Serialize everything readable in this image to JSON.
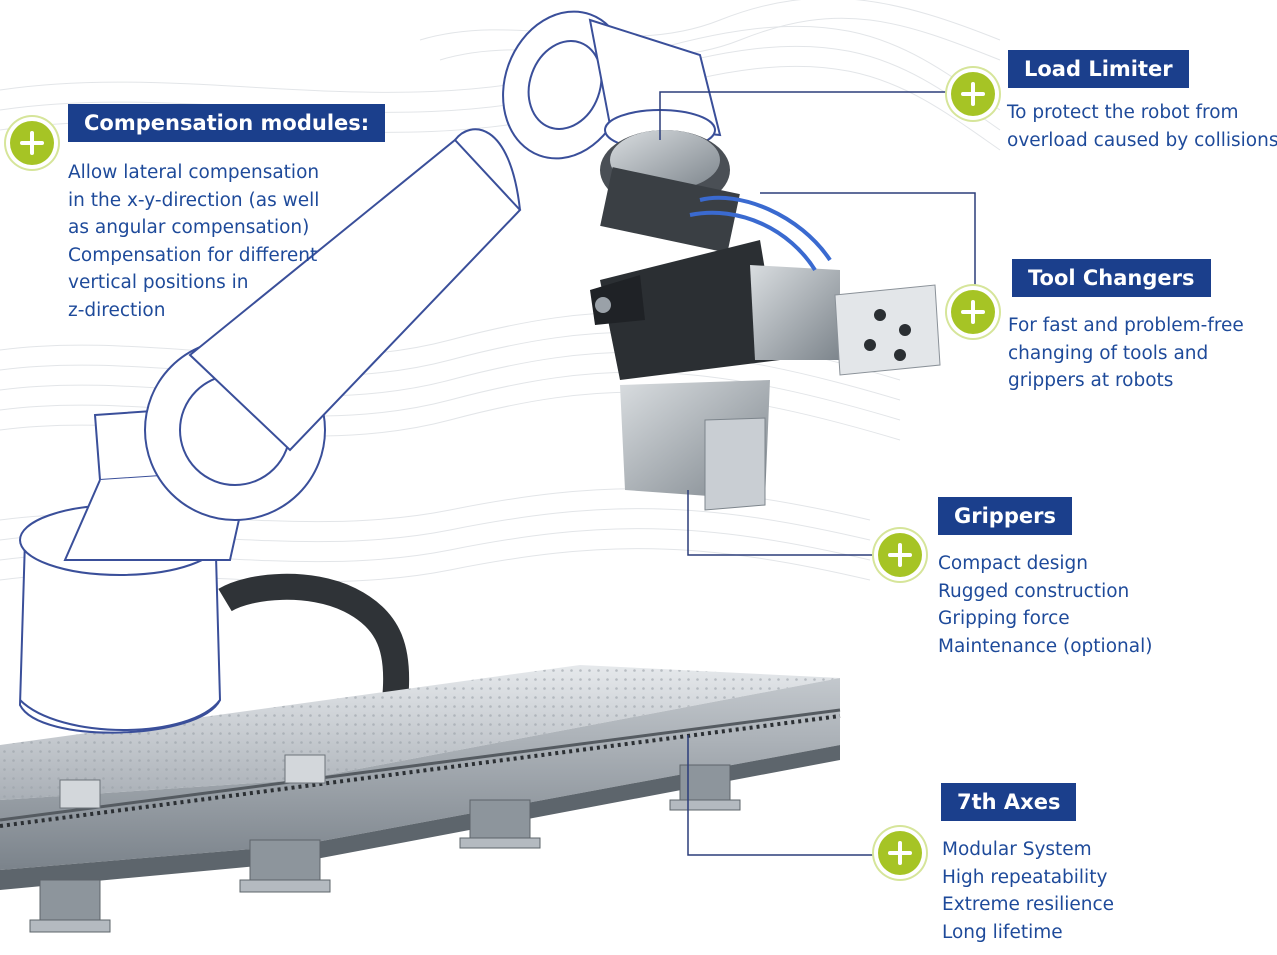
{
  "colors": {
    "label_bg": "#1b3f8c",
    "text": "#1e4a9a",
    "accent": "#a6c425",
    "leader_line": "#2b3d7a"
  },
  "icons": {
    "plus": "plus-circle-icon"
  },
  "callouts": {
    "compensation": {
      "title": "Compensation modules:",
      "lines": [
        "Allow lateral compensation",
        "in the x-y-direction (as well",
        "as angular compensation)",
        "Compensation for different",
        "vertical positions in",
        "z-direction"
      ]
    },
    "load_limiter": {
      "title": "Load Limiter",
      "lines": [
        "To protect the robot from",
        "overload caused by collisions"
      ]
    },
    "tool_changers": {
      "title": "Tool Changers",
      "lines": [
        "For fast and problem-free",
        "changing of tools and",
        "grippers at robots"
      ]
    },
    "grippers": {
      "title": "Grippers",
      "lines": [
        "Compact design",
        "Rugged construction",
        "Gripping force",
        "Maintenance (optional)"
      ]
    },
    "seventh_axes": {
      "title": "7th Axes",
      "lines": [
        "Modular System",
        "High repeatability",
        "Extreme resilience",
        "Long lifetime"
      ]
    }
  }
}
